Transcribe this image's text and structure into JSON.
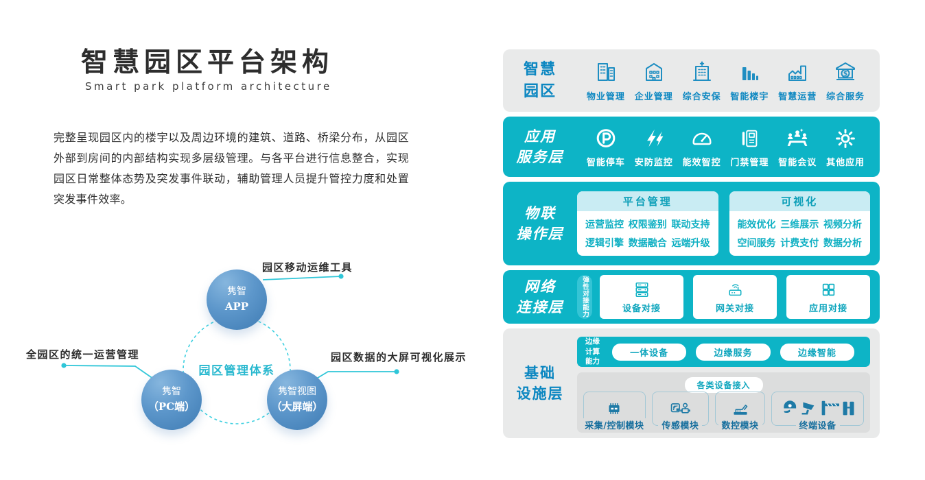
{
  "left": {
    "title": "智慧园区平台架构",
    "subtitle": "Smart park platform architecture",
    "description": "完整呈现园区内的楼宇以及周边环境的建筑、道路、桥梁分布，从园区外部到房间的内部结构实现多层级管理。与各平台进行信息整合，实现园区日常整体态势及突发事件联动，辅助管理人员提升管控力度和处置突发事件效率。",
    "diagram": {
      "center_label": "园区管理体系",
      "nodes": [
        {
          "line1": "隽智",
          "line2": "APP",
          "callout": "园区移动运维工具"
        },
        {
          "line1": "隽智",
          "line2": "（PC端）",
          "callout": "全园区的统一运营管理"
        },
        {
          "line1": "隽智视图",
          "line2": "（大屏端）",
          "callout": "园区数据的大屏可视化展示"
        }
      ]
    }
  },
  "layers": {
    "smart_park": {
      "label1": "智慧",
      "label2": "园区",
      "items": [
        {
          "icon": "property-buildings-icon",
          "label": "物业管理"
        },
        {
          "icon": "enterprise-building-icon",
          "label": "企业管理"
        },
        {
          "icon": "security-building-icon",
          "label": "综合安保"
        },
        {
          "icon": "smart-building-bars-icon",
          "label": "智能楼宇"
        },
        {
          "icon": "operations-factory-icon",
          "label": "智慧运营"
        },
        {
          "icon": "financial-service-icon",
          "label": "综合服务"
        }
      ]
    },
    "app_service": {
      "label1": "应用",
      "label2": "服务层",
      "items": [
        {
          "icon": "parking-icon",
          "label": "智能停车"
        },
        {
          "icon": "security-monitoring-icon",
          "label": "安防监控"
        },
        {
          "icon": "energy-gauge-icon",
          "label": "能效智控"
        },
        {
          "icon": "access-control-icon",
          "label": "门禁管理"
        },
        {
          "icon": "smart-meeting-icon",
          "label": "智能会议"
        },
        {
          "icon": "gear-icon",
          "label": "其他应用"
        }
      ]
    },
    "iot_operation": {
      "label1": "物联",
      "label2": "操作层",
      "cards": [
        {
          "title": "平台管理",
          "rows": [
            [
              "运营监控",
              "权限鉴别",
              "联动支持"
            ],
            [
              "逻辑引擎",
              "数据融合",
              "远端升级"
            ]
          ]
        },
        {
          "title": "可视化",
          "rows": [
            [
              "能效优化",
              "三维展示",
              "视频分析"
            ],
            [
              "空间服务",
              "计费支付",
              "数据分析"
            ]
          ]
        }
      ]
    },
    "network": {
      "label1": "网络",
      "label2": "连接层",
      "tag": "弹性对接能力",
      "items": [
        {
          "icon": "server-stack-icon",
          "label": "设备对接"
        },
        {
          "icon": "gateway-router-icon",
          "label": "网关对接"
        },
        {
          "icon": "app-grid-icon",
          "label": "应用对接"
        }
      ]
    },
    "infrastructure": {
      "label1": "基础",
      "label2": "设施层",
      "edge_label": "边缘计算能力",
      "edge_pills": [
        "一体设备",
        "边缘服务",
        "边缘智能"
      ],
      "access_tag": "各类设备接入",
      "boxes": [
        {
          "icon": "chip-icon",
          "label": "采集/控制模块"
        },
        {
          "icon": "sensor-icon",
          "label": "传感模块"
        },
        {
          "icon": "cnc-machine-icon",
          "label": "数控模块"
        },
        {
          "icon": "terminal-devices-icon",
          "label": "终端设备"
        }
      ]
    }
  },
  "colors": {
    "teal": "#0db4c6",
    "teal_light": "#35c4d5",
    "teal_text": "#0fb0c3",
    "card_header_bg": "#c9ecf3",
    "layer_gray": "#e9eaea",
    "inner_gray": "#dcdddd",
    "blue_label": "#0c87c1",
    "device_blue": "#1e7aa6",
    "circle_blue_top": "#86b6de",
    "circle_blue_bottom": "#3e7bb3",
    "wire_cyan": "#3fd0e0",
    "title_black": "#2d2d2d"
  }
}
